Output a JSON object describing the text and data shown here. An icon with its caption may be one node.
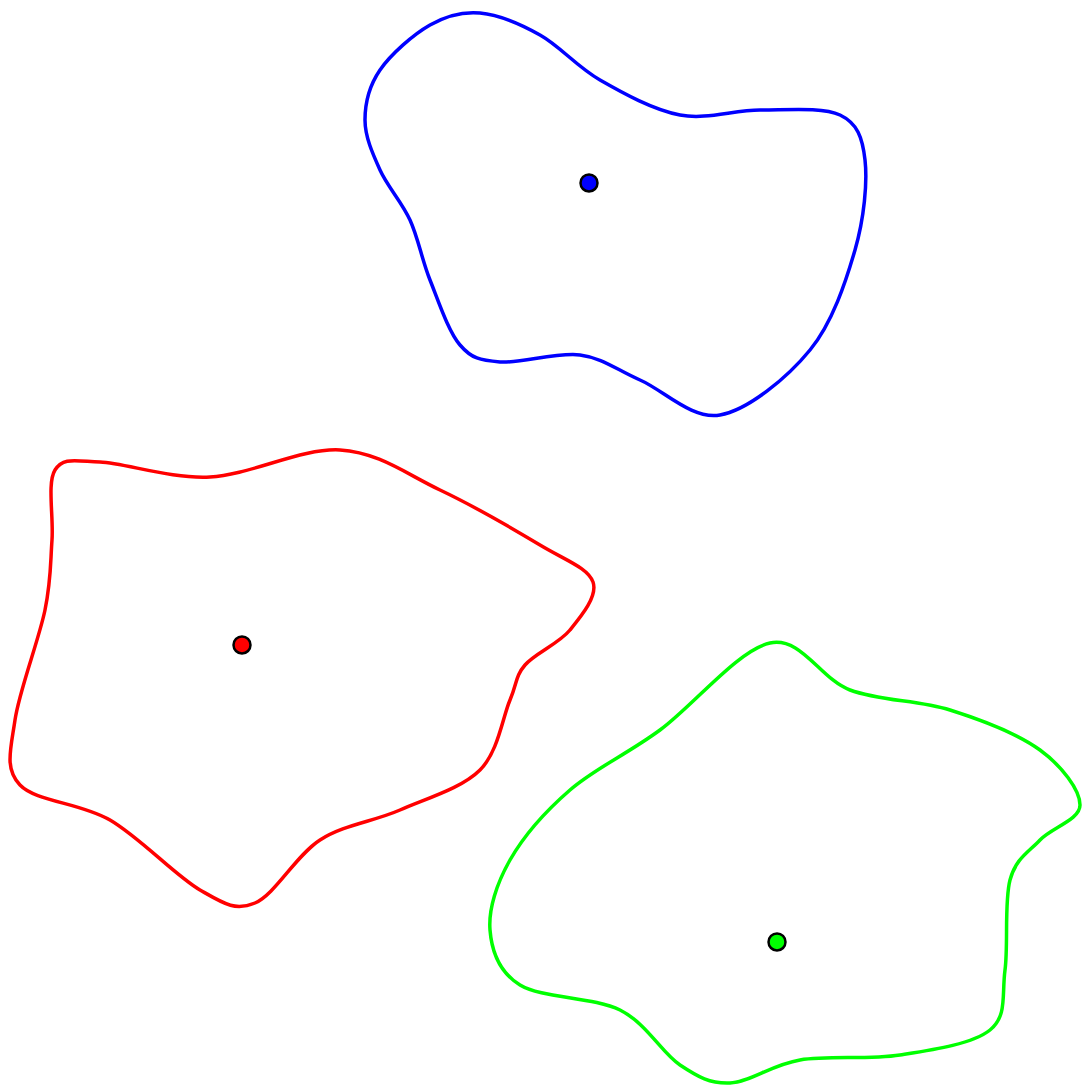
{
  "diagram": {
    "nodes": [
      {
        "text": [],
        "shape": "blob"
      },
      {
        "text": [],
        "shape": "circle",
        "in": 0
      },
      {
        "text": [],
        "shape": "blob"
      },
      {
        "text": [],
        "shape": "circle",
        "in": 2
      },
      {
        "text": [],
        "shape": "blob"
      },
      {
        "text": [],
        "shape": "circle",
        "in": 4
      }
    ]
  }
}
